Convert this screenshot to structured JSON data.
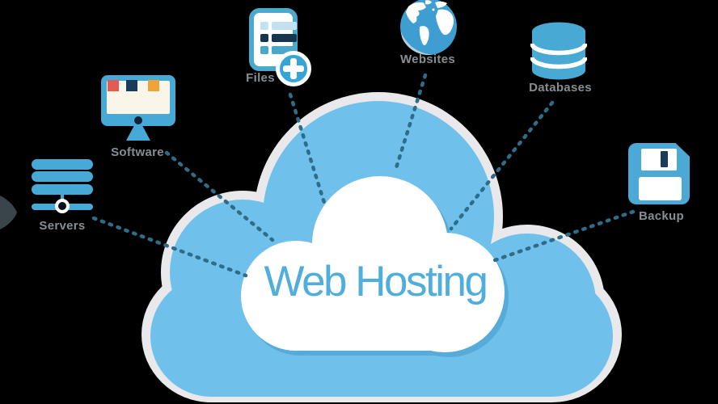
{
  "title": "Web Hosting",
  "nodes": [
    {
      "id": "servers",
      "label": "Servers"
    },
    {
      "id": "software",
      "label": "Software"
    },
    {
      "id": "files",
      "label": "Files"
    },
    {
      "id": "websites",
      "label": "Websites"
    },
    {
      "id": "databases",
      "label": "Databases"
    },
    {
      "id": "backup",
      "label": "Backup"
    }
  ],
  "colors": {
    "background": "#000000",
    "cloud_fill": "#6FC1EC",
    "cloud_border": "#E9E9EB",
    "inner_cloud": "#FFFFFF",
    "inner_cloud_shadow": "#56ABD9",
    "title_text": "#4FAEDC",
    "connector_dots": "#2E6C88",
    "label_text": "#878E93",
    "icon_blue": "#47A9D6",
    "icon_navy": "#1C3A5A",
    "icon_red": "#E55A52",
    "icon_orange": "#F0A437",
    "screen_cream": "#FAF5E9",
    "plus_badge": "#35A5D5",
    "globe_ocean": "#3E9ED2",
    "globe_shade": "#BFD2DB"
  }
}
